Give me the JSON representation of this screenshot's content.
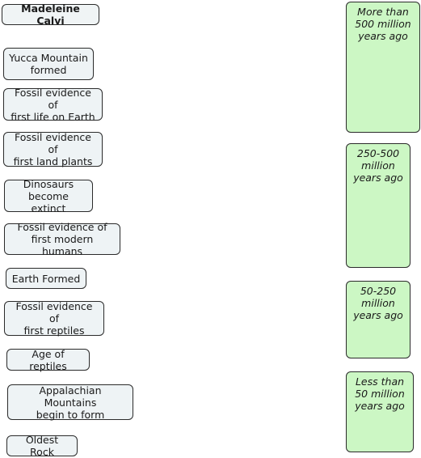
{
  "title": "Madeleine Calvi",
  "events": [
    "Yucca Mountain\nformed",
    "Fossil evidence of\nfirst life on Earth",
    "Fossil evidence of\nfirst land plants",
    "Dinosaurs\nbecome extinct",
    "Fossil evidence of\nfirst modern humans",
    "Earth Formed",
    "Fossil evidence of\nfirst reptiles",
    "Age of reptiles",
    "Appalachian Mountains\nbegin to form",
    "Oldest Rock"
  ],
  "ranges": [
    "More than\n500 million\nyears ago",
    "250-500\nmillion\nyears ago",
    "50-250\nmillion\nyears ago",
    "Less than\n50 million\nyears ago"
  ],
  "colors": {
    "event_fill": "#eef3f5",
    "range_fill": "#ccf7c4",
    "border": "#2b2b2b"
  }
}
